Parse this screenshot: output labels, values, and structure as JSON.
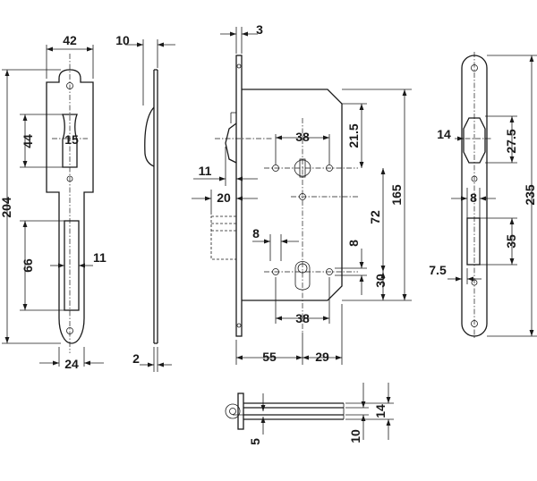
{
  "colors": {
    "line": "#1a1a1a",
    "background": "#ffffff"
  },
  "dimensions": {
    "striking_plate": {
      "width": "42",
      "height": "204",
      "latch_opening_height": "44",
      "latch_opening_width": "15",
      "bolt_opening_height": "66",
      "bolt_opening_width": "11",
      "plate_width_lower": "24"
    },
    "plate_side": {
      "thickness_top": "10",
      "thickness_bottom": "2"
    },
    "lock_body": {
      "faceplate_thickness": "3",
      "handle_spacing_upper": "38",
      "upper_offset": "21.5",
      "latch_offset": "11",
      "backset_offset": "20",
      "distance_72": "72",
      "height": "165",
      "offset_8_left": "8",
      "offset_8_right": "8",
      "cylinder_offset": "30",
      "cylinder_spacing": "38",
      "backset": "55",
      "case_depth": "29"
    },
    "faceplate": {
      "latch_width": "14",
      "latch_height": "27.5",
      "bolt_width": "8",
      "bolt_height": "35",
      "edge_offset": "7.5",
      "length": "235"
    },
    "bolt_section": {
      "height_14": "14",
      "height_10": "10",
      "width_5": "5"
    }
  }
}
